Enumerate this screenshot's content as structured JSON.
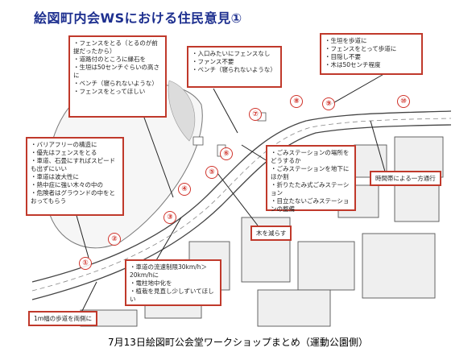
{
  "title": "絵図町内会WSにおける住民意見①",
  "footer": "7月13日絵図町公会堂ワークショップまとめ（運動公園側）",
  "markers": [
    "①",
    "②",
    "③",
    "④",
    "⑤",
    "⑥",
    "⑦",
    "⑧",
    "⑨",
    "⑩"
  ],
  "box_a": {
    "items": [
      "フェンスをとる（とるのが前提だったから）",
      "道路付のところに縁石を",
      "生垣は50センチぐらいの高さに",
      "ベンチ（寝られないような）",
      "フェンスをとってほしい"
    ]
  },
  "box_b": {
    "items": [
      "入口みたいにフェンスなし",
      "ファンス不要",
      "ベンチ（寝られないような）"
    ]
  },
  "box_c": {
    "items": [
      "生垣を歩道に",
      "フェンスをとって歩道に",
      "目隠し不要",
      "木は50センチ程度"
    ]
  },
  "box_d": {
    "items": [
      "バリアフリーの構造に",
      "優先はフェンスをとる",
      "車道、石畳にすればスピードも出ずにいい",
      "車道は波大性に",
      "熱中症に強い木々の中の",
      "危険者はグラウンドの中をとおってもらう"
    ]
  },
  "box_e": {
    "items": [
      "ごみステーションの場所をどうするか",
      "ごみステーションを地下にほか割",
      "折りたたみ式ごみステーション",
      "目立たないごみステーションの整備"
    ]
  },
  "box_f": {
    "items": [
      "車道の流速制限30km/h＞20km/hに",
      "電柱地中化を",
      "植栽を見直し少しずいてほしい"
    ]
  },
  "label_trees": "木を減らす",
  "label_oneway": "時間帯による一方通行",
  "label_sidewalk": "1m幅の歩道を両側に",
  "colors": {
    "title": "#1d2f8f",
    "callout_border": "#c0392b",
    "marker": "#d0342c"
  }
}
